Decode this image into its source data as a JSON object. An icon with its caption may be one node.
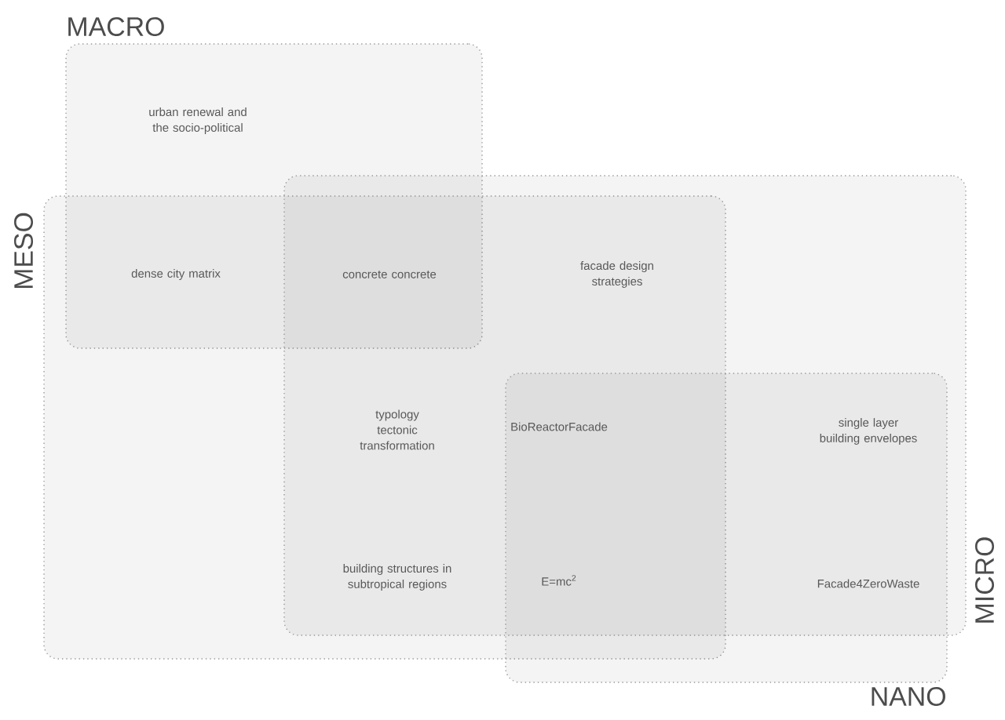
{
  "diagram": {
    "nodes": [
      {
        "text": [
          "MACRO"
        ]
      },
      {
        "text": [
          "MESO"
        ]
      },
      {
        "text": [
          "MICRO"
        ]
      },
      {
        "text": [
          "NANO"
        ]
      }
    ],
    "labels": [
      "urban renewal and the socio-political",
      "dense city matrix",
      "concrete concrete",
      "facade design strategies",
      "typology tectonic transformation",
      "BioReactorFacade",
      "single layer building envelopes",
      "building structures in subtropical regions",
      "E=mc$^{2}$",
      "Facade4ZeroWaste"
    ]
  }
}
